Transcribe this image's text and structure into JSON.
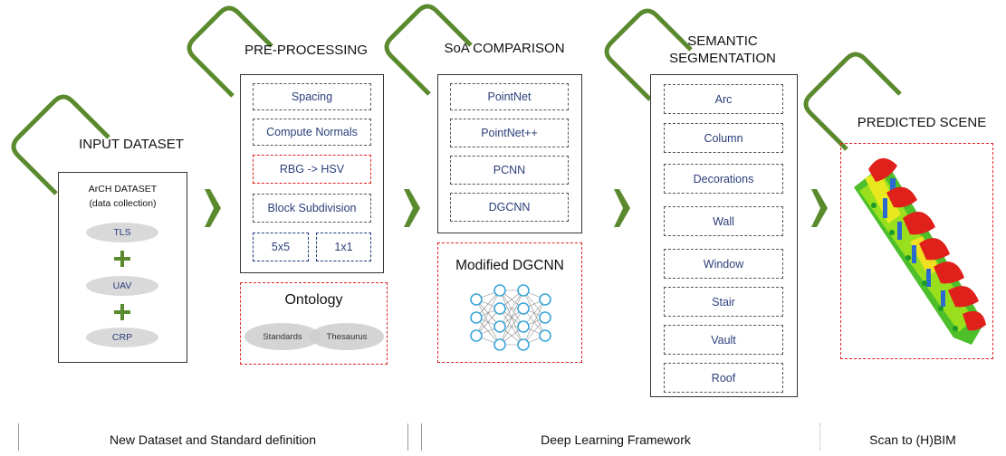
{
  "colors": {
    "accent_green": "#5a8a2e",
    "red_dash": "#e02020",
    "blue_text": "#2a3f7a"
  },
  "stages": {
    "input": {
      "header": "INPUT DATASET",
      "title_line1": "ArCH DATASET",
      "title_line2": "(data collection)",
      "sources": [
        "TLS",
        "UAV",
        "CRP"
      ]
    },
    "preprocessing": {
      "header": "PRE-PROCESSING",
      "steps": [
        "Spacing",
        "Compute Normals",
        "RBG -> HSV",
        "Block Subdivision"
      ],
      "block_sizes": [
        "5x5",
        "1x1"
      ],
      "ontology_title": "Ontology",
      "ontology_items": [
        "Standards",
        "Thesaurus"
      ]
    },
    "soa": {
      "header": "SoA COMPARISON",
      "models": [
        "PointNet",
        "PointNet++",
        "PCNN",
        "DGCNN"
      ],
      "modified_title": "Modified DGCNN"
    },
    "segmentation": {
      "header_line1": "SEMANTIC",
      "header_line2": "SEGMENTATION",
      "classes": [
        "Arc",
        "Column",
        "Decorations",
        "Wall",
        "Window",
        "Stair",
        "Vault",
        "Roof"
      ]
    },
    "predicted": {
      "header": "PREDICTED SCENE"
    }
  },
  "footer": {
    "left": "New Dataset and Standard definition",
    "middle": "Deep Learning Framework",
    "right": "Scan to (H)BIM"
  },
  "icons": [
    "chevron-right-icon",
    "plus-icon",
    "neural-network-icon",
    "point-cloud-image"
  ]
}
